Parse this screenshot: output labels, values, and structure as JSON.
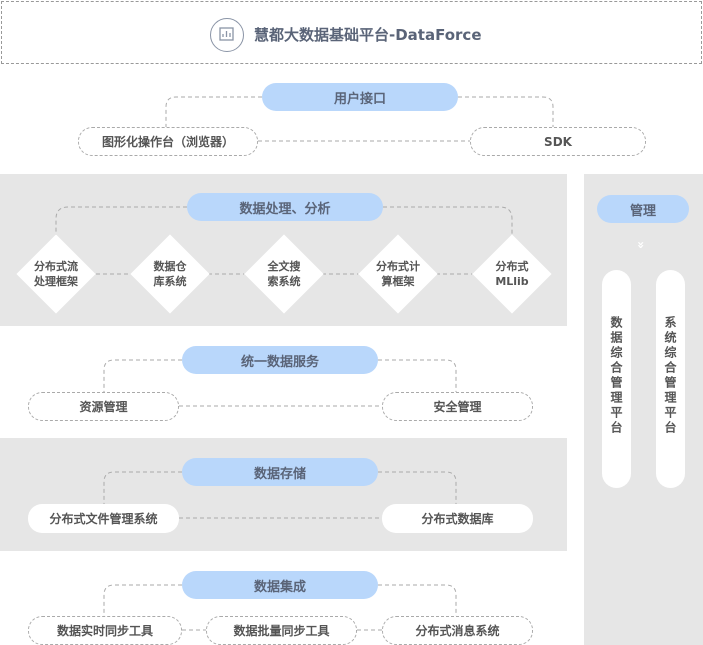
{
  "header": {
    "title": "慧都大数据基础平台-DataForce",
    "icon": "chart-icon"
  },
  "access": {
    "label": "用户接口",
    "gui": "图形化操作台（浏览器）",
    "sdk": "SDK"
  },
  "processing": {
    "label": "数据处理、分析",
    "items": [
      "分布式流\n处理框架",
      "数据仓\n库系统",
      "全文搜\n索系统",
      "分布式计\n算框架",
      "分布式\nMLlib"
    ]
  },
  "service": {
    "label": "统一数据服务",
    "left": "资源管理",
    "right": "安全管理"
  },
  "storage": {
    "label": "数据存储",
    "left": "分布式文件管理系统",
    "right": "分布式数据库"
  },
  "integration": {
    "label": "数据集成",
    "items": [
      "数据实时同步工具",
      "数据批量同步工具",
      "分布式消息系统"
    ]
  },
  "management": {
    "label": "管理",
    "chevron": "»",
    "left": "数据综合管理平台",
    "right": "系统综合管理平台"
  },
  "colors": {
    "band": "#e6e6e6",
    "pill_blue": "#b9d7fb",
    "dashed": "#aaaaaa"
  }
}
